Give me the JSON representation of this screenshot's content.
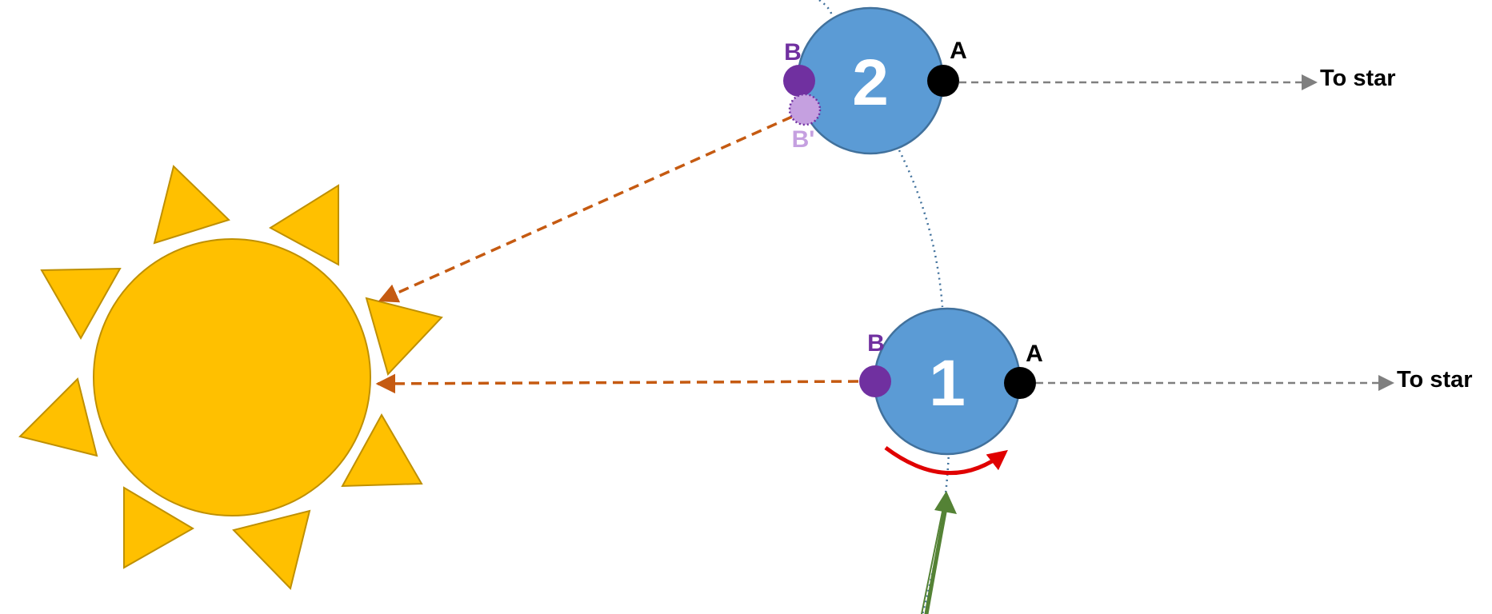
{
  "colors": {
    "background": "#ffffff",
    "sun_fill": "#ffc000",
    "sun_stroke": "#bf9000",
    "planet_fill": "#5b9bd5",
    "planet_stroke": "#41719c",
    "point_a": "#000000",
    "point_b": "#7030a0",
    "point_b_prime": "#c5a0e0",
    "sunlight_arrow": "#c55a11",
    "star_arrow": "#7f7f7f",
    "orbit_path": "#41719c",
    "rotation_arrow": "#e00000",
    "motion_arrow": "#548235"
  },
  "planets": [
    {
      "number": "1",
      "point_a_label": "A",
      "point_b_label": "B",
      "star_label": "To star"
    },
    {
      "number": "2",
      "point_a_label": "A",
      "point_b_label": "B",
      "point_b_prime_label": "B'",
      "star_label": "To star"
    }
  ],
  "icons": {
    "sun": "sun-icon",
    "rotation": "curved-arrow-icon",
    "orbital_motion": "arrow-up-icon"
  }
}
